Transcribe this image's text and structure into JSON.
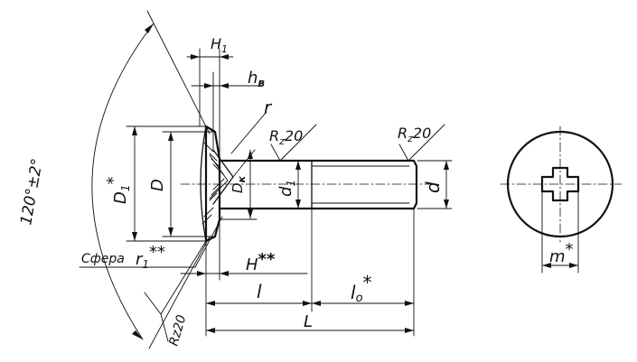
{
  "labels": {
    "H1": "H",
    "H1_sub": "1",
    "hb": "h",
    "hb_sub": "в",
    "r": "r",
    "rz20_top": "R",
    "rz20_top_sub": "z",
    "rz20_top_val": "20",
    "rz20_right": "R",
    "rz20_right_sub": "z",
    "rz20_right_val": "20",
    "rz20_bottom": "Rz20",
    "angle": "120°±2°",
    "D1": "D",
    "D1_sub": "1",
    "D1_star": "*",
    "D": "D",
    "Dk": "D",
    "Dk_sub": "к",
    "d1": "d",
    "d1_sub": "1",
    "d": "d",
    "sphere": "Сфера",
    "r1": "r",
    "r1_sub": "1",
    "r1_star": "**",
    "H": "H",
    "H_star": "**",
    "l": "l",
    "l0": "l",
    "l0_sub": "o",
    "l0_star": "*",
    "L": "L",
    "m": "m",
    "m_star": "*"
  }
}
